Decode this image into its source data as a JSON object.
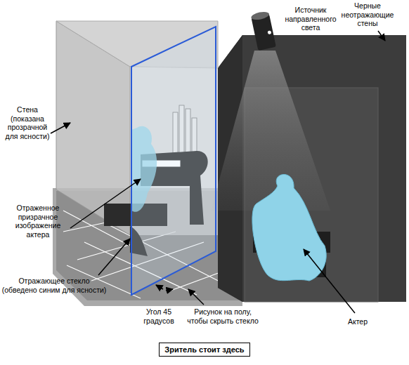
{
  "diagram": {
    "nodes": [
      {
        "text": [
          "Зритель стоит здесь"
        ]
      }
    ],
    "labels": [
      "Источник направленного света",
      "Черные неотражающие стены",
      "Стена (показана прозрачной для ясности)",
      "Отраженное призрачное изображение актера",
      "Отражающее стекло (обведено синим для ясности)",
      "Угол 45 градусов",
      "Рисунок на полу, чтобы скрыть стекло",
      "Актер"
    ]
  }
}
